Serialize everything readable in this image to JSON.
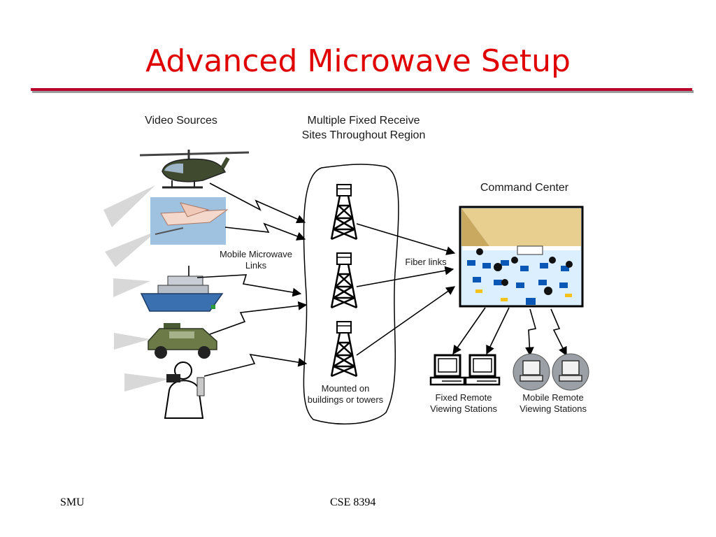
{
  "slide": {
    "title": "Advanced Microwave Setup",
    "footer_left": "SMU",
    "footer_center": "CSE 8394"
  },
  "diagram": {
    "video_sources": "Video Sources",
    "receive_sites_line1": "Multiple Fixed Receive",
    "receive_sites_line2": "Sites Throughout Region",
    "command_center": "Command Center",
    "mobile_links_line1": "Mobile Microwave",
    "mobile_links_line2": "Links",
    "fiber_links": "Fiber links",
    "mounted_line1": "Mounted on",
    "mounted_line2": "buildings or towers",
    "fixed_stations_line1": "Fixed Remote",
    "fixed_stations_line2": "Viewing Stations",
    "mobile_stations_line1": "Mobile Remote",
    "mobile_stations_line2": "Viewing Stations"
  },
  "colors": {
    "title": "#e00000",
    "rule": "#b8002a"
  }
}
